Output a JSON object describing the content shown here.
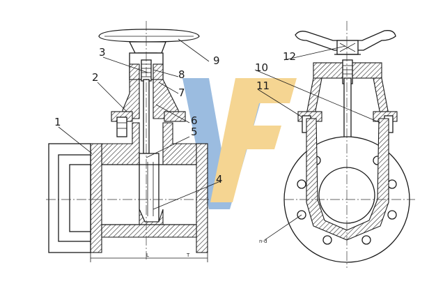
{
  "diagram": {
    "watermark_colors": {
      "v": "#7aa6d6",
      "f": "#f2c76e"
    },
    "part_numbers": [
      {
        "id": "p1",
        "text": "1"
      },
      {
        "id": "p2",
        "text": "2"
      },
      {
        "id": "p3",
        "text": "3"
      },
      {
        "id": "p4",
        "text": "4"
      },
      {
        "id": "p5",
        "text": "5"
      },
      {
        "id": "p6",
        "text": "6"
      },
      {
        "id": "p7",
        "text": "7"
      },
      {
        "id": "p8",
        "text": "8"
      },
      {
        "id": "p9",
        "text": "9"
      },
      {
        "id": "p10",
        "text": "10"
      },
      {
        "id": "p11",
        "text": "11"
      },
      {
        "id": "p12",
        "text": "12"
      }
    ],
    "dimension_marks": {
      "length_mark": "L",
      "height_mark": "T",
      "bolt_note": "n-d"
    }
  }
}
